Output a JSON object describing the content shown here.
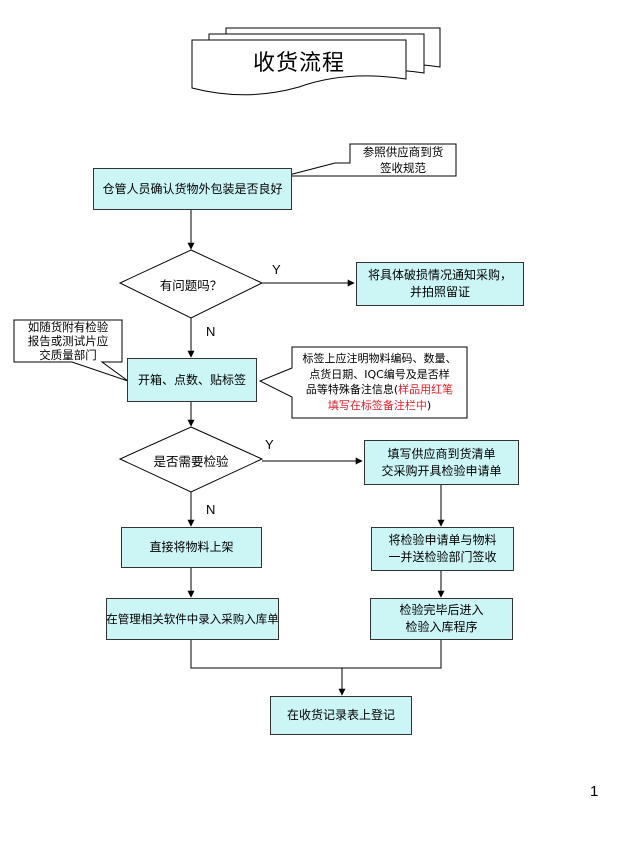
{
  "title": "收货流程",
  "page_number": "1",
  "colors": {
    "box_fill": "#ccf5f5",
    "note_red": "#e0202a",
    "line": "#000000"
  },
  "nodes": {
    "check_package": "仓管人员确认货物外包装是否良好",
    "problem_q": "有问题吗？",
    "notify_purchase_1": "将具体破损情况通知采购，",
    "notify_purchase_2": "并拍照留证",
    "unpack": "开箱、点数、贴标签",
    "need_inspect_q": "是否需要检验",
    "fill_list_1": "填写供应商到货清单",
    "fill_list_2": "交采购开具检验申请单",
    "shelve": "直接将物料上架",
    "send_inspect_1": "将检验申请单与物料",
    "send_inspect_2": "一并送检验部门签收",
    "enter_software": "在管理相关软件中录入采购入库单",
    "inspect_done_1": "检验完毕后进入",
    "inspect_done_2": "检验入库程序",
    "record": "在收货记录表上登记"
  },
  "labels": {
    "y1": "Y",
    "n1": "N",
    "y2": "Y",
    "n2": "N"
  },
  "notes": {
    "supplier_ref_1": "参照供应商到货",
    "supplier_ref_2": "签收规范",
    "report_1": "如随货附有检验",
    "report_2": "报告或测试片应",
    "report_3": "交质量部门",
    "label_1": "标签上应注明物料编码、数量、",
    "label_2": "点货日期、IQC编号及是否样",
    "label_3a": "品等特殊备注信息(",
    "label_3b": "样品用红笔",
    "label_4a": "填写在标签备注栏中",
    "label_4b": ")"
  }
}
